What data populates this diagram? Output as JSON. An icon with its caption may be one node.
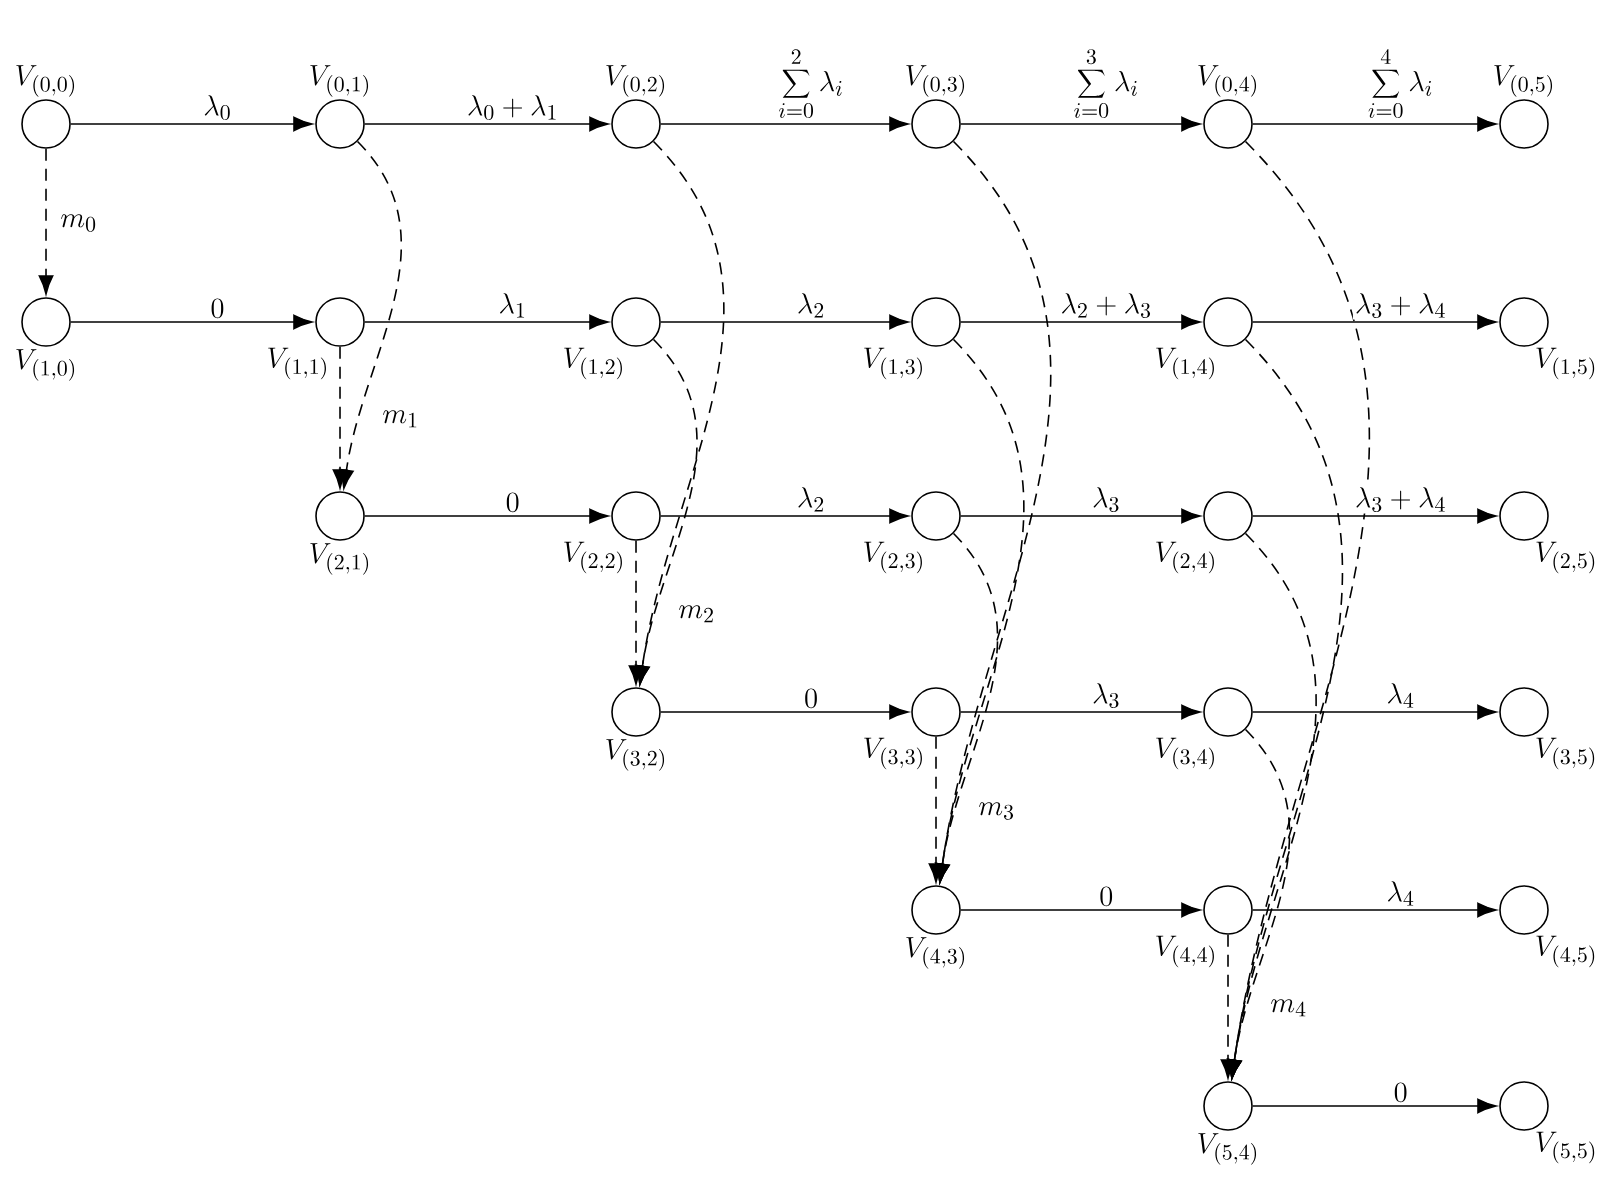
{
  "diagram": {
    "nodes": [
      {
        "text": [],
        "shape": "circle",
        "beside": [
          "V_{(0,0)}"
        ]
      },
      {
        "text": [],
        "shape": "circle",
        "beside": [
          "V_{(0,1)}"
        ]
      },
      {
        "text": [],
        "shape": "circle",
        "beside": [
          "V_{(0,2)}"
        ]
      },
      {
        "text": [],
        "shape": "circle",
        "beside": [
          "V_{(0,3)}"
        ]
      },
      {
        "text": [],
        "shape": "circle",
        "beside": [
          "V_{(0,4)}"
        ]
      },
      {
        "text": [],
        "shape": "circle",
        "beside": [
          "V_{(0,5)}"
        ]
      },
      {
        "text": [],
        "shape": "circle",
        "beside": [
          "V_{(1,0)}"
        ]
      },
      {
        "text": [],
        "shape": "circle",
        "beside": [
          "V_{(1,1)}"
        ]
      },
      {
        "text": [],
        "shape": "circle",
        "beside": [
          "V_{(1,2)}"
        ]
      },
      {
        "text": [],
        "shape": "circle",
        "beside": [
          "V_{(1,3)}"
        ]
      },
      {
        "text": [],
        "shape": "circle",
        "beside": [
          "V_{(1,4)}"
        ]
      },
      {
        "text": [],
        "shape": "circle",
        "beside": [
          "V_{(1,5)}"
        ]
      },
      {
        "text": [],
        "shape": "circle",
        "beside": [
          "V_{(2,1)}"
        ]
      },
      {
        "text": [],
        "shape": "circle",
        "beside": [
          "V_{(2,2)}"
        ]
      },
      {
        "text": [],
        "shape": "circle",
        "beside": [
          "V_{(2,3)}"
        ]
      },
      {
        "text": [],
        "shape": "circle",
        "beside": [
          "V_{(2,4)}"
        ]
      },
      {
        "text": [],
        "shape": "circle",
        "beside": [
          "V_{(2,5)}"
        ]
      },
      {
        "text": [],
        "shape": "circle",
        "beside": [
          "V_{(3,2)}"
        ]
      },
      {
        "text": [],
        "shape": "circle",
        "beside": [
          "V_{(3,3)}"
        ]
      },
      {
        "text": [],
        "shape": "circle",
        "beside": [
          "V_{(3,4)}"
        ]
      },
      {
        "text": [],
        "shape": "circle",
        "beside": [
          "V_{(3,5)}"
        ]
      },
      {
        "text": [],
        "shape": "circle",
        "beside": [
          "V_{(4,3)}"
        ]
      },
      {
        "text": [],
        "shape": "circle",
        "beside": [
          "V_{(4,4)}"
        ]
      },
      {
        "text": [],
        "shape": "circle",
        "beside": [
          "V_{(4,5)}"
        ]
      },
      {
        "text": [],
        "shape": "circle",
        "beside": [
          "V_{(5,4)}"
        ]
      },
      {
        "text": [],
        "shape": "circle",
        "beside": [
          "V_{(5,5)}"
        ]
      }
    ],
    "edges": [
      {
        "from": 0,
        "to": 1,
        "arrow": "to",
        "label": "\\lambda_0"
      },
      {
        "from": 1,
        "to": 2,
        "arrow": "to",
        "label": "\\lambda_0+\\lambda_1"
      },
      {
        "from": 2,
        "to": 3,
        "arrow": "to",
        "label": "\\sum_{i=0}^{2}\\lambda_i"
      },
      {
        "from": 3,
        "to": 4,
        "arrow": "to",
        "label": "\\sum_{i=0}^{3}\\lambda_i"
      },
      {
        "from": 4,
        "to": 5,
        "arrow": "to",
        "label": "\\sum_{i=0}^{4}\\lambda_i"
      },
      {
        "from": 6,
        "to": 7,
        "arrow": "to",
        "label": "0"
      },
      {
        "from": 7,
        "to": 8,
        "arrow": "to",
        "label": "\\lambda_1"
      },
      {
        "from": 8,
        "to": 9,
        "arrow": "to",
        "label": "\\lambda_2"
      },
      {
        "from": 9,
        "to": 10,
        "arrow": "to",
        "label": "\\lambda_2+\\lambda_3"
      },
      {
        "from": 10,
        "to": 11,
        "arrow": "to",
        "label": "\\lambda_3+\\lambda_4"
      },
      {
        "from": 12,
        "to": 13,
        "arrow": "to",
        "label": "0"
      },
      {
        "from": 13,
        "to": 14,
        "arrow": "to",
        "label": "\\lambda_2"
      },
      {
        "from": 14,
        "to": 15,
        "arrow": "to",
        "label": "\\lambda_3"
      },
      {
        "from": 15,
        "to": 16,
        "arrow": "to",
        "label": "\\lambda_3+\\lambda_4"
      },
      {
        "from": 17,
        "to": 18,
        "arrow": "to",
        "label": "0"
      },
      {
        "from": 18,
        "to": 19,
        "arrow": "to",
        "label": "\\lambda_3"
      },
      {
        "from": 19,
        "to": 20,
        "arrow": "to",
        "label": "\\lambda_4"
      },
      {
        "from": 21,
        "to": 22,
        "arrow": "to",
        "label": "0"
      },
      {
        "from": 22,
        "to": 23,
        "arrow": "to",
        "label": "\\lambda_4"
      },
      {
        "from": 24,
        "to": 25,
        "arrow": "to",
        "label": "0"
      },
      {
        "from": 0,
        "to": 6,
        "arrow": "to",
        "style": "dashed",
        "label": "m_0"
      },
      {
        "from": 1,
        "to": 12,
        "arrow": "to",
        "style": "dashed"
      },
      {
        "from": 7,
        "to": 12,
        "arrow": "to",
        "style": "dashed",
        "label": "m_1"
      },
      {
        "from": 2,
        "to": 17,
        "arrow": "to",
        "style": "dashed"
      },
      {
        "from": 8,
        "to": 17,
        "arrow": "to",
        "style": "dashed"
      },
      {
        "from": 13,
        "to": 17,
        "arrow": "to",
        "style": "dashed",
        "label": "m_2"
      },
      {
        "from": 3,
        "to": 21,
        "arrow": "to",
        "style": "dashed"
      },
      {
        "from": 9,
        "to": 21,
        "arrow": "to",
        "style": "dashed"
      },
      {
        "from": 14,
        "to": 21,
        "arrow": "to",
        "style": "dashed"
      },
      {
        "from": 18,
        "to": 21,
        "arrow": "to",
        "style": "dashed",
        "label": "m_3"
      },
      {
        "from": 4,
        "to": 24,
        "arrow": "to",
        "style": "dashed"
      },
      {
        "from": 10,
        "to": 24,
        "arrow": "to",
        "style": "dashed"
      },
      {
        "from": 15,
        "to": 24,
        "arrow": "to",
        "style": "dashed"
      },
      {
        "from": 19,
        "to": 24,
        "arrow": "to",
        "style": "dashed"
      },
      {
        "from": 22,
        "to": 24,
        "arrow": "to",
        "style": "dashed",
        "label": "m_4"
      }
    ]
  }
}
